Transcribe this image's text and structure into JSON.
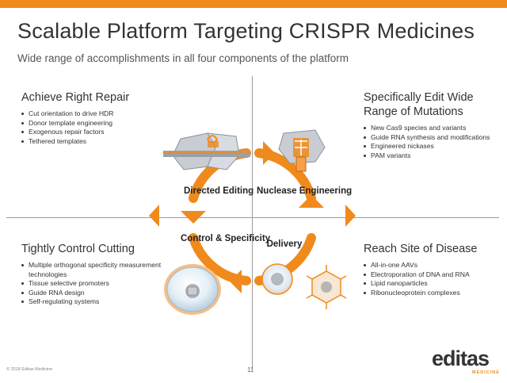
{
  "slide": {
    "title": "Scalable Platform Targeting CRISPR Medicines",
    "subtitle": "Wide range of accomplishments in all four components of the platform"
  },
  "quadrants": {
    "top_left": {
      "heading": "Achieve Right Repair",
      "items": [
        "Cut orientation to drive HDR",
        "Donor template engineering",
        "Exogenous repair factors",
        "Tethered templates"
      ]
    },
    "top_right": {
      "heading": "Specifically Edit Wide Range of Mutations",
      "items": [
        "New Cas9 species and variants",
        "Guide RNA synthesis and modifications",
        "Engineered nickases",
        "PAM variants"
      ]
    },
    "bottom_left": {
      "heading": "Tightly Control Cutting",
      "items": [
        "Multiple orthogonal specificity measurement technologies",
        "Tissue selective promoters",
        "Guide RNA design",
        "Self-regulating systems"
      ]
    },
    "bottom_right": {
      "heading": "Reach Site of Disease",
      "items": [
        "All-in-one AAVs",
        "Electroporation of DNA and RNA",
        "Lipid nanoparticles",
        "Ribonucleoprotein complexes"
      ]
    }
  },
  "cycle": {
    "directed_editing": "Directed Editing",
    "nuclease_engineering": "Nuclease Engineering",
    "control_specificity": "Control & Specificity",
    "delivery": "Delivery"
  },
  "footer": {
    "copyright": "© 2018 Editas Medicine",
    "page_number": "11",
    "logo_text": "editas",
    "logo_subtext": "MEDICINE"
  },
  "colors": {
    "accent": "#f08a1c",
    "text": "#333333",
    "divider": "#9a9a9a"
  }
}
